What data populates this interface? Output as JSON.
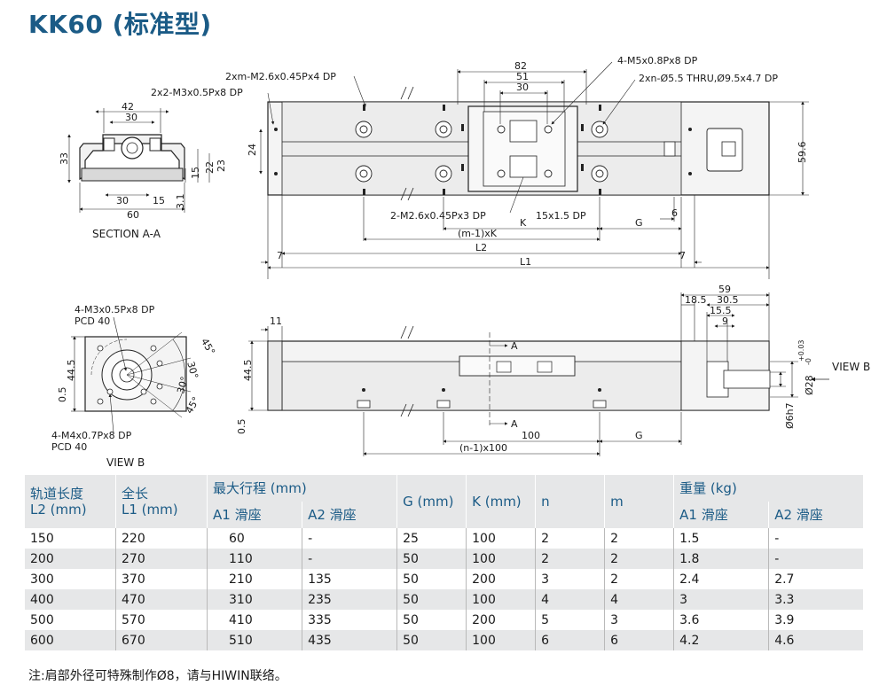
{
  "title": "KK60 (标准型)",
  "drawing": {
    "section_label": "SECTION A-A",
    "view_b_label": "VIEW B",
    "view_b_arrow_label": "VIEW B",
    "section_dims": [
      "42",
      "30",
      "33",
      "15",
      "22",
      "23",
      "30",
      "15",
      "3.1",
      "60"
    ],
    "top_view": {
      "callout_tap_m": "2xm-M2.6x0.45Px4 DP",
      "callout_m3": "2x2-M3x0.5Px8 DP",
      "callout_m5": "4-M5x0.8Px8 DP",
      "callout_thru": "2xn-Ø5.5 THRU,Ø9.5x4.7 DP",
      "callout_bottom_tap": "2-M2.6x0.45Px3 DP",
      "callout_slot": "15x1.5 DP",
      "dims": [
        "82",
        "51",
        "30",
        "24",
        "59.6",
        "6",
        "K",
        "G",
        "(m-1)xK",
        "L2",
        "L1",
        "7",
        "7"
      ]
    },
    "end_view": {
      "callout_m3": "4-M3x0.5Px8 DP",
      "pcd_top": "PCD 40",
      "callout_m4": "4-M4x0.7Px8 DP",
      "pcd_bottom": "PCD 40",
      "dims": [
        "44.5",
        "0.5",
        "45°",
        "30°",
        "30°",
        "45°"
      ]
    },
    "side_view": {
      "dims": [
        "11",
        "44.5",
        "0.5",
        "100",
        "G",
        "(n-1)x100",
        "59",
        "18.5",
        "30.5",
        "15.5",
        "9",
        "Ø28",
        "+0.03",
        "-0",
        "Ø6h7"
      ],
      "section_marks": [
        "A",
        "A"
      ]
    }
  },
  "table": {
    "headers_row1": [
      "轨道长度\nL2 (mm)",
      "全长\nL1 (mm)",
      "最大行程 (mm)",
      "G (mm)",
      "K (mm)",
      "n",
      "m",
      "重量 (kg)"
    ],
    "headers_row2": [
      "A1 滑座",
      "A2 滑座",
      "A1 滑座",
      "A2 滑座"
    ],
    "rows": [
      [
        "150",
        "220",
        "60",
        "-",
        "25",
        "100",
        "2",
        "2",
        "1.5",
        "-"
      ],
      [
        "200",
        "270",
        "110",
        "-",
        "50",
        "100",
        "2",
        "2",
        "1.8",
        "-"
      ],
      [
        "300",
        "370",
        "210",
        "135",
        "50",
        "200",
        "3",
        "2",
        "2.4",
        "2.7"
      ],
      [
        "400",
        "470",
        "310",
        "235",
        "50",
        "100",
        "4",
        "4",
        "3",
        "3.3"
      ],
      [
        "500",
        "570",
        "410",
        "335",
        "50",
        "200",
        "5",
        "3",
        "3.6",
        "3.9"
      ],
      [
        "600",
        "670",
        "510",
        "435",
        "50",
        "100",
        "6",
        "6",
        "4.2",
        "4.6"
      ]
    ]
  },
  "note": "注:肩部外径可特殊制作Ø8，请与HIWIN联络。"
}
